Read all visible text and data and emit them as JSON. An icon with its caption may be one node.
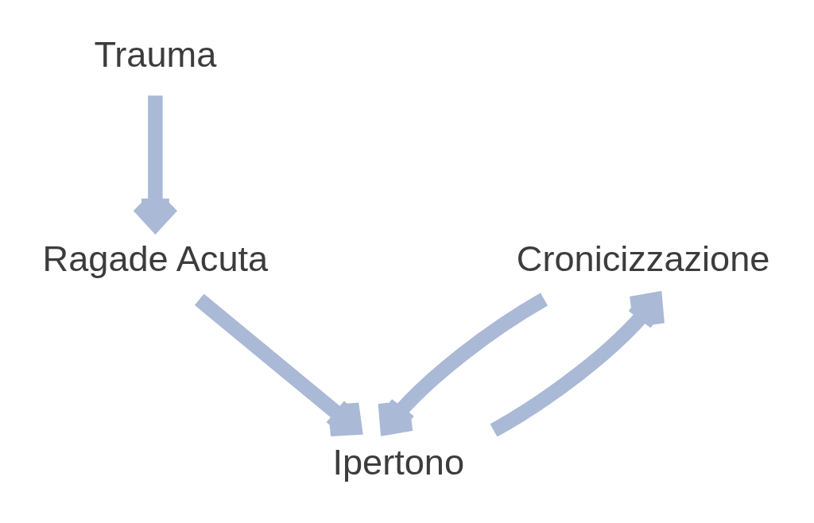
{
  "diagram": {
    "nodes": [
      {
        "text": [
          "Trauma"
        ]
      },
      {
        "text": [
          "Ragade Acuta"
        ]
      },
      {
        "text": [
          "Ipertono"
        ]
      },
      {
        "text": [
          "Cronicizzazione"
        ]
      }
    ],
    "edges": [
      {
        "from": 0,
        "to": 1,
        "arrow": "to"
      },
      {
        "from": 1,
        "to": 2,
        "arrow": "to"
      },
      {
        "from": 2,
        "to": 3,
        "arrow": "to"
      },
      {
        "from": 3,
        "to": 2,
        "arrow": "to"
      }
    ]
  }
}
